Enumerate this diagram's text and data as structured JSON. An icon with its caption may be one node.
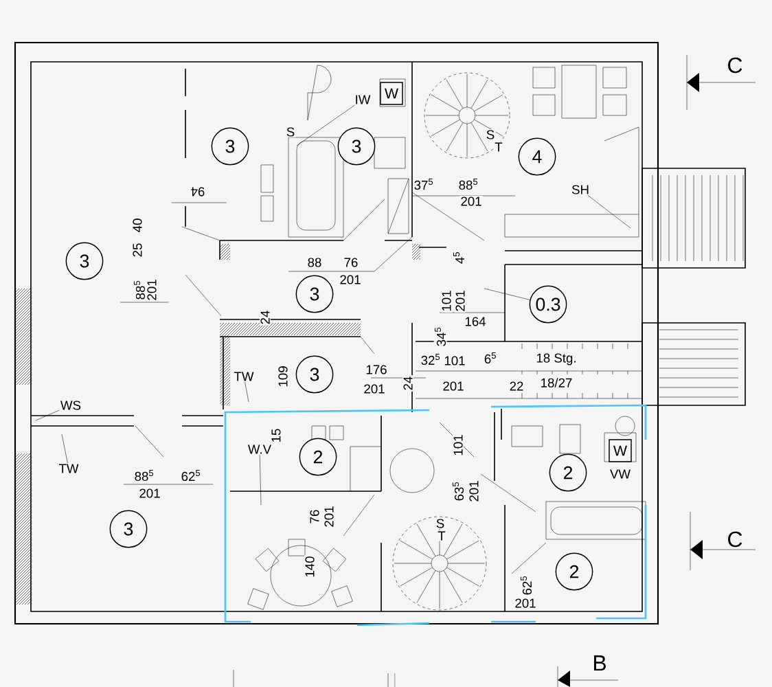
{
  "diagram": {
    "nodes": [
      {
        "text": [
          "IW"
        ]
      },
      {
        "text": [
          "W"
        ]
      },
      {
        "text": [
          "3"
        ]
      },
      {
        "text": [
          "3"
        ]
      },
      {
        "text": [
          "4"
        ]
      },
      {
        "text": [
          "SH"
        ]
      },
      {
        "text": [
          "3"
        ]
      },
      {
        "text": [
          "3"
        ]
      },
      {
        "text": [
          "0.3"
        ]
      },
      {
        "text": [
          "3"
        ]
      },
      {
        "text": [
          "TW"
        ]
      },
      {
        "text": [
          "WS"
        ]
      },
      {
        "text": [
          "W.V"
        ]
      },
      {
        "text": [
          "2"
        ]
      },
      {
        "text": [
          "W"
        ]
      },
      {
        "text": [
          "2"
        ]
      },
      {
        "text": [
          "TW"
        ]
      },
      {
        "text": [
          "3"
        ]
      },
      {
        "text": [
          "2"
        ]
      }
    ],
    "edges": [
      {
        "from": 0,
        "to": null,
        "arrow": "none"
      },
      {
        "from": 5,
        "to": null,
        "arrow": "none"
      },
      {
        "from": 8,
        "to": null,
        "arrow": "none"
      },
      {
        "from": 10,
        "to": null,
        "arrow": "none"
      },
      {
        "from": 11,
        "to": null,
        "arrow": "none"
      },
      {
        "from": 12,
        "to": null,
        "arrow": "none"
      },
      {
        "from": 16,
        "to": null,
        "arrow": "none"
      }
    ],
    "labels": [
      "S",
      "S",
      "T",
      "37$^{5}$",
      "88$^{5}$",
      "201",
      "94",
      "25",
      "40",
      "88$^{5}$",
      "201",
      "88",
      "76",
      "201",
      "4$^{5}$",
      "101",
      "201",
      "24",
      "164",
      "34$^{5}$",
      "109",
      "176",
      "201",
      "24",
      "32$^{5}$",
      "101",
      "6$^{5}$",
      "201",
      "22",
      "18 Stg.",
      "18/27",
      "15",
      "101",
      "88$^{5}$",
      "62$^{5}$",
      "VW",
      "201",
      "63$^{5}$",
      "201",
      "76",
      "201",
      "S",
      "T",
      "140",
      "62$^{5}$",
      "201",
      "C",
      "C",
      "B"
    ]
  }
}
